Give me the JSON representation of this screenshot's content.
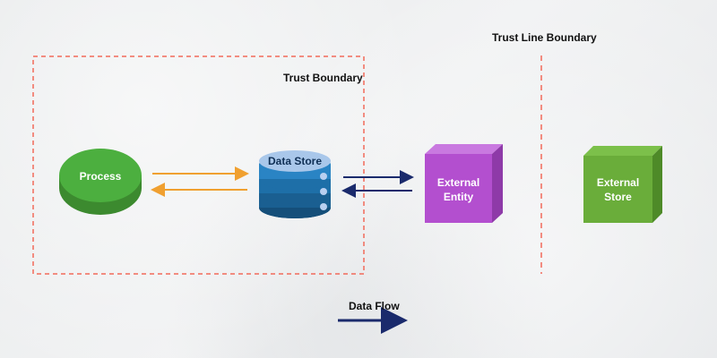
{
  "labels": {
    "trust_boundary": "Trust Boundary",
    "trust_line_boundary": "Trust Line Boundary",
    "data_flow": "Data Flow"
  },
  "nodes": {
    "process": {
      "label": "Process",
      "color": "#4caf3f"
    },
    "data_store": {
      "label": "Data Store",
      "color": "#1e7bbf"
    },
    "external_entity": {
      "line1": "External",
      "line2": "Entity",
      "color": "#b34fcf"
    },
    "external_store": {
      "line1": "External",
      "line2": "Store",
      "color": "#6aad3a"
    }
  },
  "colors": {
    "boundary": "#f26a5a",
    "flow_process": "#f0a030",
    "flow_entity": "#1a2a6c"
  }
}
